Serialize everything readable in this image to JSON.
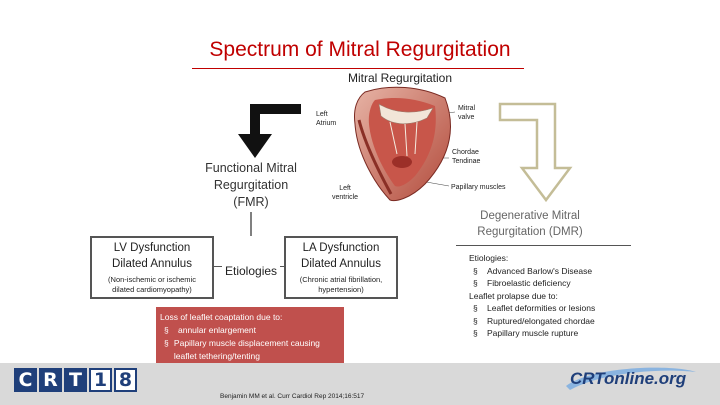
{
  "title": "Spectrum of Mitral Regurgitation",
  "subtitle": "Mitral Regurgitation",
  "heart_labels": {
    "left_atrium": "Left\nAtrium",
    "mitral_valve": "Mitral\nvalve",
    "chordae_tendinae": "Chordae\nTendinae",
    "papillary_muscles": "Papillary muscles",
    "left_ventricle": "Left\nventricle"
  },
  "fmr": {
    "title": "Functional Mitral\nRegurgitation\n(FMR)",
    "etiologies_label": "Etiologies",
    "lv": {
      "title": "LV Dysfunction\nDilated Annulus",
      "sub": "(Non-ischemic or ischemic\ndilated cardiomyopathy)"
    },
    "la": {
      "title": "LA Dysfunction\nDilated Annulus",
      "sub": "(Chronic atrial fibrillation,\nhypertension)"
    },
    "mechanism": {
      "heading": "Loss of leaflet coaptation due to:",
      "items": [
        "annular enlargement",
        "Papillary muscle displacement causing leaflet tethering/tenting"
      ]
    }
  },
  "dmr": {
    "title": "Degenerative Mitral\nRegurgitation (DMR)",
    "etiologies_heading": "Etiologies:",
    "etiologies": [
      "Advanced Barlow's Disease",
      "Fibroelastic deficiency"
    ],
    "prolapse_heading": "Leaflet prolapse due to:",
    "prolapse_items": [
      "Leaflet deformities or lesions",
      "Ruptured/elongated chordae",
      "Papillary muscle rupture"
    ]
  },
  "bullet": "§",
  "citation": "Benjamin MM et al. Curr Cardiol Rep 2014;16:517",
  "logos": {
    "crt_letters": [
      "C",
      "R",
      "T",
      "1",
      "8"
    ],
    "crtonline": "CRTonline.org"
  },
  "colors": {
    "title": "#c00000",
    "red_box": "#c0504d",
    "dmr_arrow": "#c4bd97",
    "logo_blue": "#1f3f7a"
  }
}
